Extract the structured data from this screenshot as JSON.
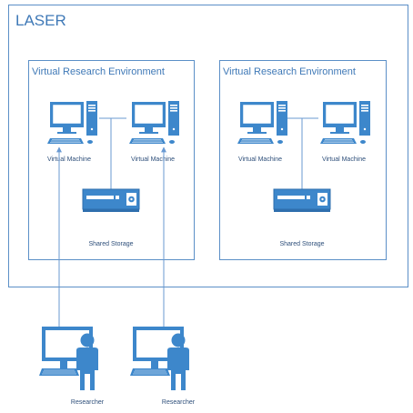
{
  "laser": {
    "title": "LASER"
  },
  "environments": [
    {
      "title": "Virtual Research Environment",
      "machines": [
        {
          "label": "Virtual Machine"
        },
        {
          "label": "Virtual Machine"
        }
      ],
      "storage": {
        "label": "Shared Storage"
      }
    },
    {
      "title": "Virtual Research Environment",
      "machines": [
        {
          "label": "Virtual Machine"
        },
        {
          "label": "Virtual Machine"
        }
      ],
      "storage": {
        "label": "Shared Storage"
      }
    }
  ],
  "researchers": [
    {
      "label": "Researcher"
    },
    {
      "label": "Researcher"
    }
  ],
  "colors": {
    "frame": "#5b8fc7",
    "icon_fill": "#3d87cb",
    "icon_dark": "#2f6fae",
    "screen": "#ffffff",
    "connector": "#6a9ad2",
    "text": "#3f79b7"
  }
}
